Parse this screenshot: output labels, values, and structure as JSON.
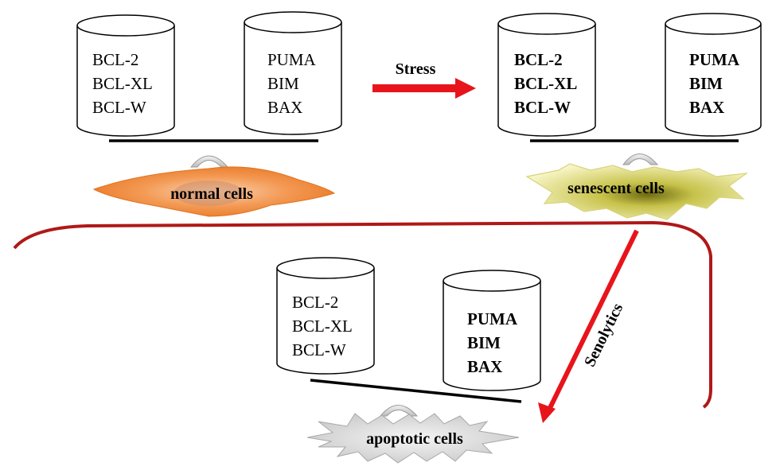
{
  "colors": {
    "arrow": "#e8141b",
    "divider": "#b01818",
    "normal_fill": "#f07a2a",
    "senescent_fill": "#ece9a0",
    "apoptotic_fill": "#d9d9d9",
    "fulcrum": "#dcdcdc",
    "beam": "#000000"
  },
  "panels": {
    "normal": {
      "anti": [
        "BCL-2",
        "BCL-XL",
        "BCL-W"
      ],
      "pro": [
        "PUMA",
        "BIM",
        "BAX"
      ],
      "cell_label": "normal cells"
    },
    "senescent": {
      "anti": [
        "BCL-2",
        "BCL-XL",
        "BCL-W"
      ],
      "pro": [
        "PUMA",
        "BIM",
        "BAX"
      ],
      "cell_label": "senescent cells"
    },
    "apoptotic": {
      "anti": [
        "BCL-2",
        "BCL-XL",
        "BCL-W"
      ],
      "pro": [
        "PUMA",
        "BIM",
        "BAX"
      ],
      "cell_label": "apoptotic cells"
    }
  },
  "arrows": {
    "stress_label": "Stress",
    "senolytics_label": "Senolytics"
  }
}
